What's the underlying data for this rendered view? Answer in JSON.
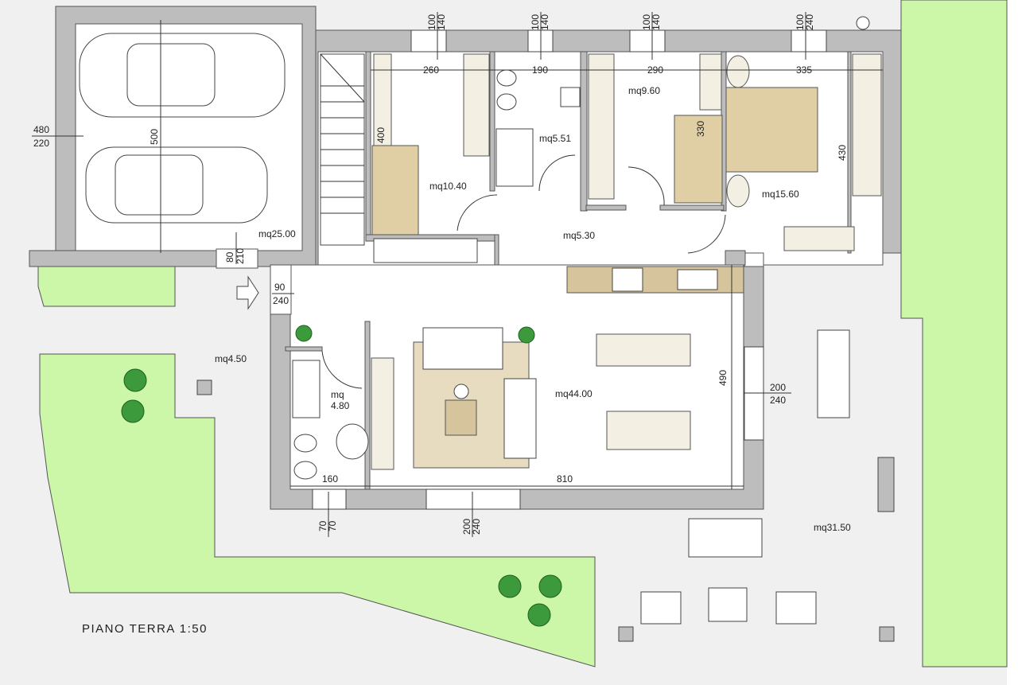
{
  "title": "PIANO TERRA 1:50",
  "rooms": {
    "garage": "mq25.00",
    "bedroom_single": "mq10.40",
    "bathroom_upper": "mq5.51",
    "bedroom_second": "mq9.60",
    "bedroom_master": "mq15.60",
    "hallway": "mq5.30",
    "living": "mq44.00",
    "bathroom_lower_a": "mq",
    "bathroom_lower_b": "4.80",
    "entry_porch": "mq4.50",
    "terrace": "mq31.50"
  },
  "dimensions": {
    "window1_a": "100",
    "window1_b": "140",
    "window2_a": "100",
    "window2_b": "140",
    "window3_a": "100",
    "window3_b": "140",
    "window4_a": "100",
    "window4_b": "240",
    "width_bedroom_single": "260",
    "width_bathroom": "190",
    "width_bedroom_second": "290",
    "width_master": "335",
    "garage_depth": "500",
    "bedroom_single_depth": "400",
    "bedroom_second_depth": "330",
    "master_depth": "430",
    "living_depth": "490",
    "garage_door_a": "480",
    "garage_door_b": "220",
    "garage_side_a": "80",
    "garage_side_b": "210",
    "entry_door_a": "90",
    "entry_door_b": "240",
    "living_side_window_a": "200",
    "living_side_window_b": "240",
    "bath_width": "160",
    "living_width": "810",
    "bath_window_a": "70",
    "bath_window_b": "70",
    "living_window_a": "200",
    "living_window_b": "240"
  },
  "colors": {
    "wall": "#bdbdbd",
    "garden": "#ccf6a8",
    "furniture": "#e8dcc0",
    "background": "#f0f0f0"
  }
}
